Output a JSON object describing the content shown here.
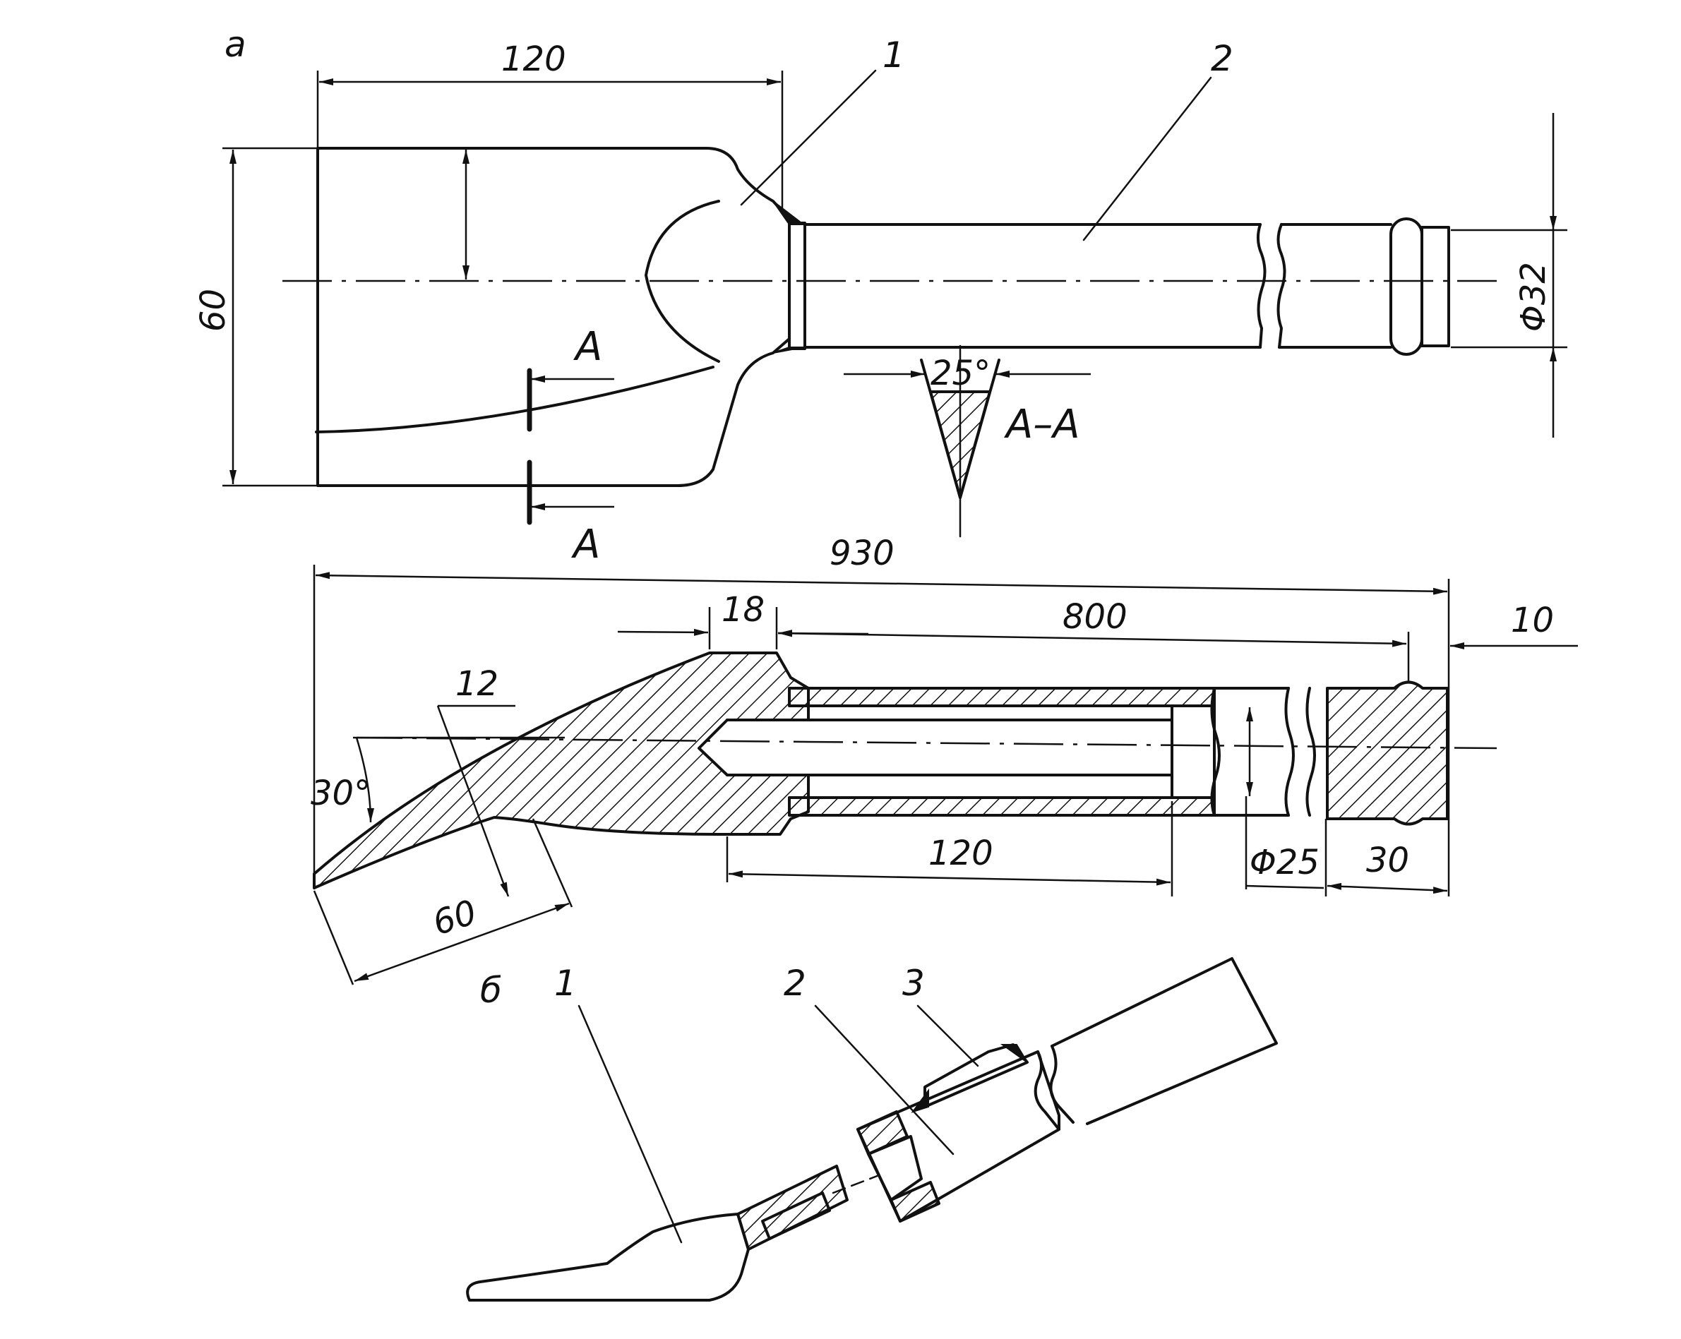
{
  "views": {
    "a": "а",
    "b": "б"
  },
  "parts": {
    "p1": "1",
    "p2": "2",
    "p3": "3"
  },
  "section": {
    "marker": "A",
    "title": "A–A",
    "angle": "25°"
  },
  "dims": {
    "width_120": "120",
    "height_60": "60",
    "diameter_32": "Φ32",
    "total_930": "930",
    "d18": "18",
    "d800": "800",
    "d10": "10",
    "d12": "12",
    "angle_30": "30°",
    "d60": "60",
    "d120_bore": "120",
    "diameter_25": "Φ25",
    "d30": "30"
  }
}
